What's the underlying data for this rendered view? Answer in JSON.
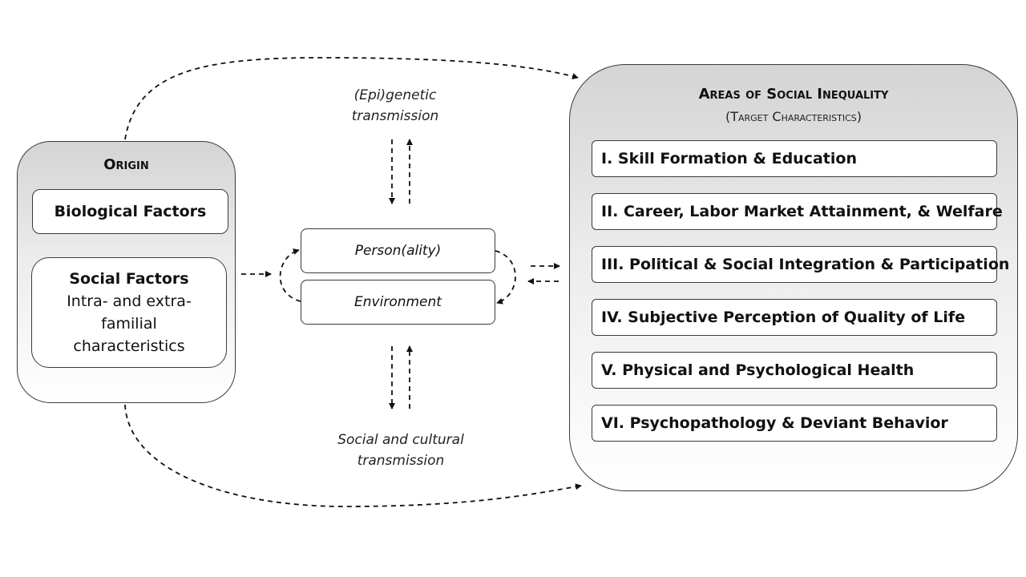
{
  "origin": {
    "title": "Origin",
    "biological": "Biological Factors",
    "social_title": "Social Factors",
    "social_desc": "Intra- and extra-familial characteristics"
  },
  "center": {
    "person": "Person(ality)",
    "environment": "Environment",
    "top_label": "(Epi)genetic transmission",
    "bottom_label": "Social and cultural transmission"
  },
  "areas": {
    "title": "Areas of Social Inequality",
    "subtitle": "(Target Characteristics)",
    "items": [
      "I. Skill Formation & Education",
      "II. Career, Labor Market Attainment, & Welfare",
      "III. Political & Social Integration & Participation",
      "IV. Subjective Perception of Quality of Life",
      "V. Physical and Psychological Health",
      "VI. Psychopathology & Deviant Behavior"
    ]
  }
}
